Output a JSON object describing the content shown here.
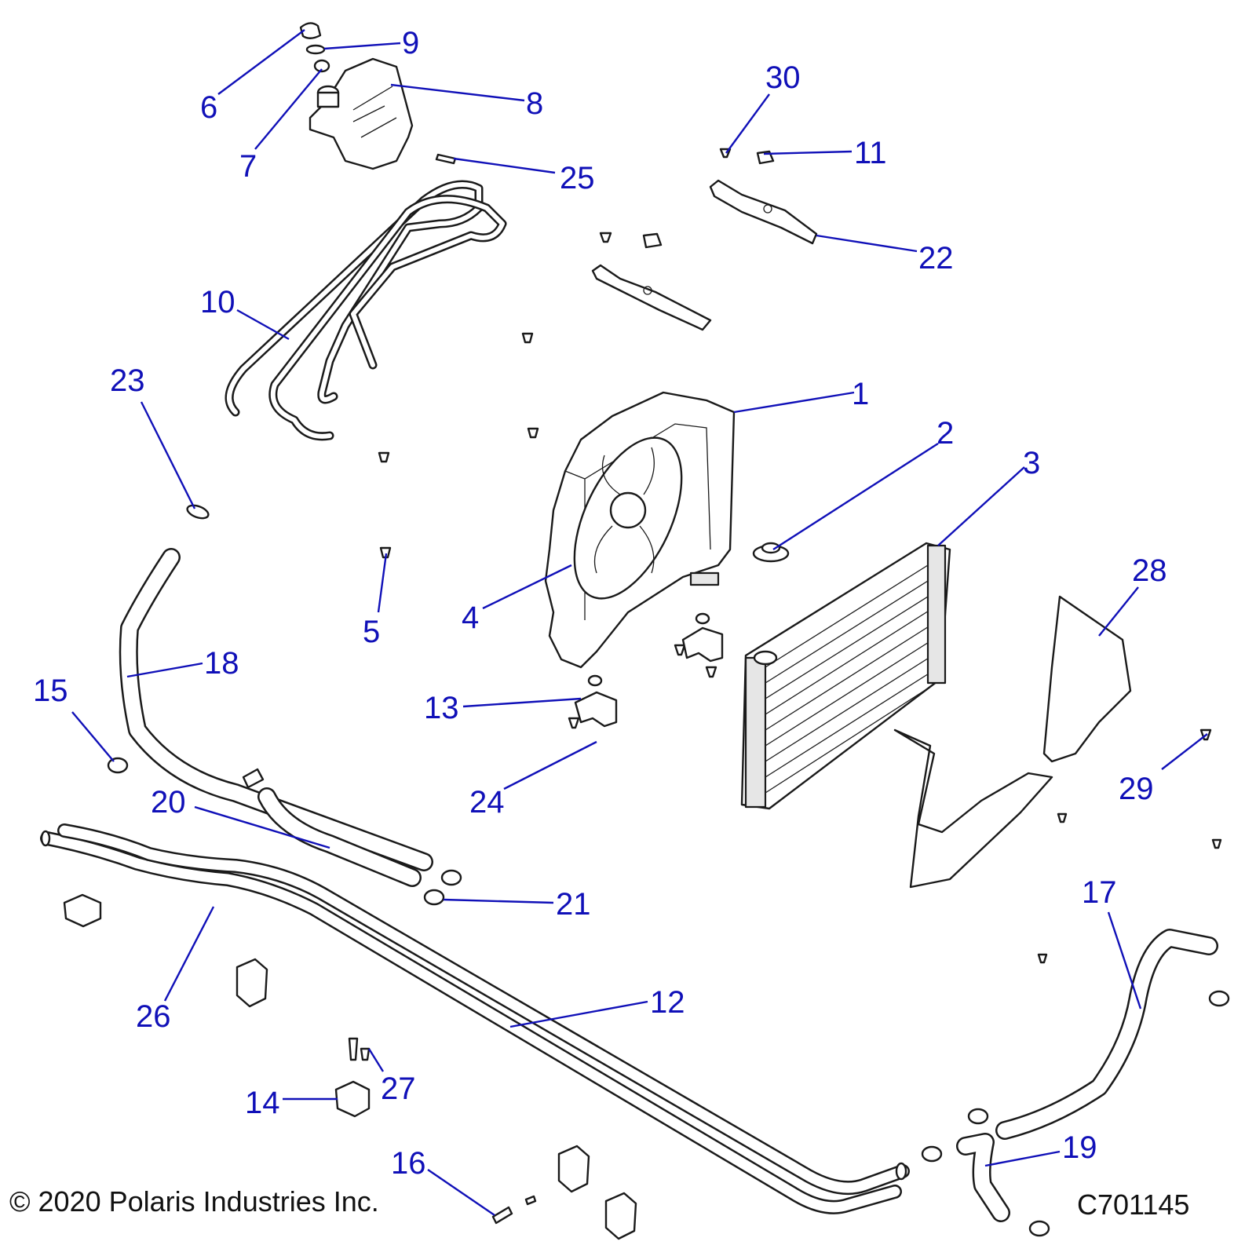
{
  "footer": {
    "copyright": "© 2020 Polaris Industries Inc.",
    "figure_id": "C701145"
  },
  "callouts": [
    "1",
    "2",
    "3",
    "4",
    "5",
    "6",
    "7",
    "8",
    "9",
    "10",
    "11",
    "12",
    "13",
    "14",
    "15",
    "16",
    "17",
    "18",
    "19",
    "20",
    "21",
    "22",
    "23",
    "24",
    "25",
    "26",
    "27",
    "28",
    "29",
    "30"
  ],
  "colors": {
    "callout": "#1010b8",
    "line_art": "#1a1a1a"
  }
}
